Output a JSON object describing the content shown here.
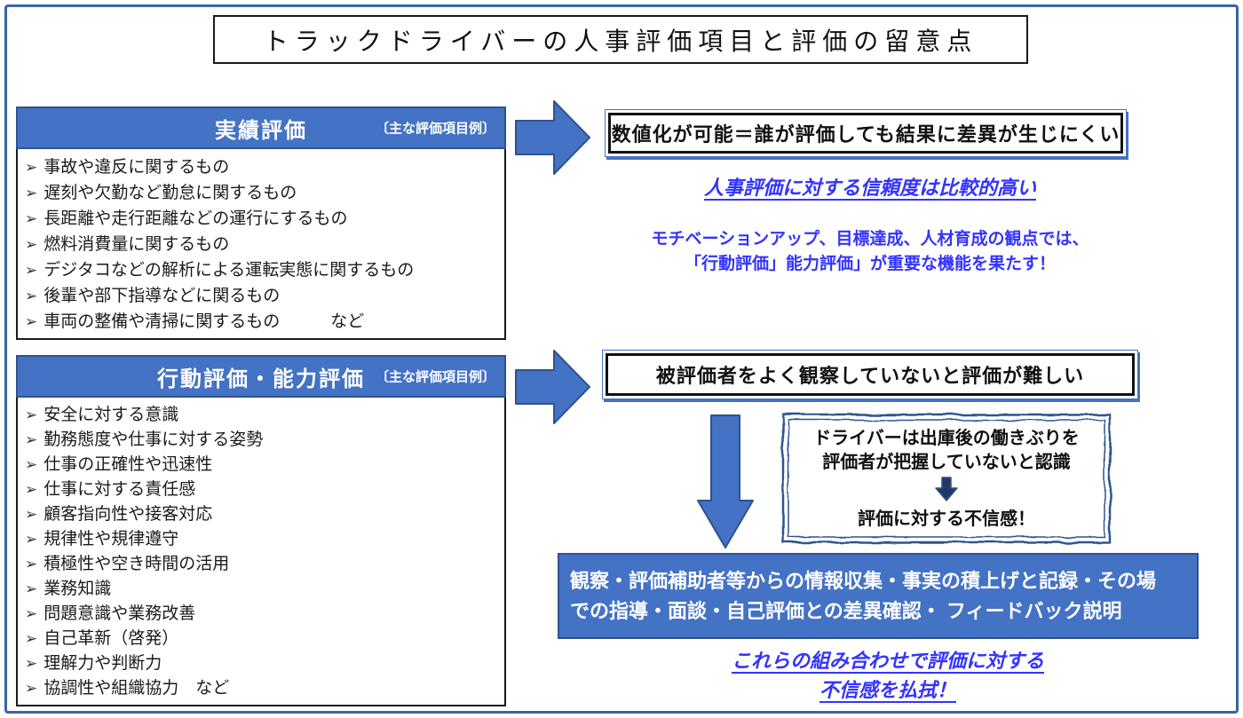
{
  "title": "トラックドライバーの人事評価項目と評価の留意点",
  "left": {
    "performance": {
      "header": "実績評価",
      "header_note": "〔主な評価項目例〕",
      "bullet": "➢",
      "items": [
        "事故や違反に関するもの",
        "遅刻や欠勤など勤怠に関するもの",
        "長距離や走行距離などの運行にするもの",
        "燃料消費量に関するもの",
        "デジタコなどの解析による運転実態に関するもの",
        "後輩や部下指導などに関るもの",
        "車両の整備や清掃に関するもの　　　など"
      ]
    },
    "behavior": {
      "header": "行動評価・能力評価",
      "header_note": "〔主な評価項目例〕",
      "bullet": "➢",
      "items": [
        "安全に対する意識",
        "勤務態度や仕事に対する姿勢",
        "仕事の正確性や迅速性",
        "仕事に対する責任感",
        "顧客指向性や接客対応",
        "規律性や規律遵守",
        "積極性や空き時間の活用",
        "業務知識",
        "問題意識や業務改善",
        "自己革新（啓発）",
        "理解力や判断力",
        "協調性や組織協力　など"
      ]
    }
  },
  "right": {
    "numeric_box": "数値化が可能＝誰が評価しても結果に差異が生じにくい",
    "trust_note": "人事評価に対する信頼度は比較的高い",
    "motivation_line1": "モチベーションアップ、目標達成、人材育成の観点では、",
    "motivation_line2": "「行動評価」能力評価」が重要な機能を果たす！",
    "observe_box": "被評価者をよく観察していないと評価が難しい",
    "wavy": {
      "line1": "ドライバーは出庫後の働きぶりを",
      "line2": "評価者が把握していないと認識",
      "result": "評価に対する不信感！"
    },
    "action_line1": "観察・評価補助者等からの情報収集・事実の積上げと記録・その場",
    "action_line2": "での指導・面談・自己評価との差異確認・ フィードバック説明",
    "dispel_line1": "これらの組み合わせで評価に対する",
    "dispel_line2": "不信感を払拭！"
  },
  "colors": {
    "accent_blue": "#4472C4",
    "accent_blue_dark": "#2F528F",
    "frame_blue": "#3B64A8",
    "emphasis_text_blue": "#3333FF",
    "text_black": "#111111"
  }
}
